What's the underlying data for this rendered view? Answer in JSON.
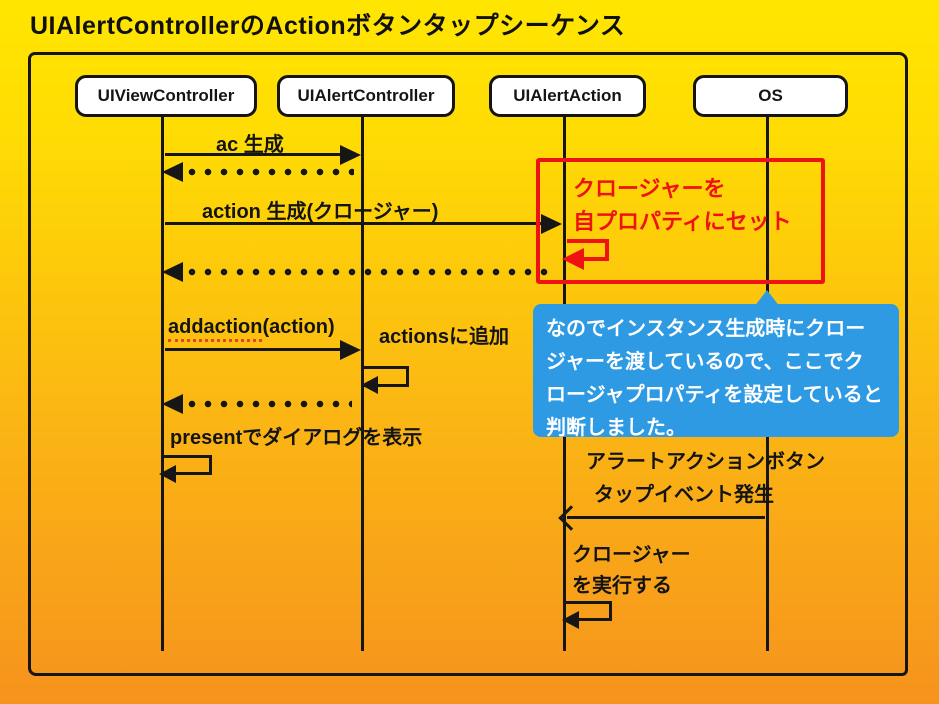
{
  "title": "UIAlertControllerのActionボタンタップシーケンス",
  "actors": [
    {
      "label": "UIViewController"
    },
    {
      "label": "UIAlertController"
    },
    {
      "label": "UIAlertAction"
    },
    {
      "label": "OS"
    }
  ],
  "messages": {
    "ac_create": "ac 生成",
    "action_create": "action 生成(クロージャー)",
    "addaction_fn": "addaction",
    "addaction_args": "(action)",
    "actions_append": "actionsに追加",
    "present": "presentでダイアログを表示",
    "os_event": {
      "line1": "アラートアクションボタン",
      "line2": "タップイベント発生"
    },
    "closure_exec": {
      "line1": "クロージャー",
      "line2": "を実行する"
    }
  },
  "red_note": {
    "line1": "クロージャーを",
    "line2": "自プロパティにセット"
  },
  "callout": {
    "lines": [
      "なのでインスタンス生成時にクロー",
      "ジャーを渡しているので、ここでク",
      "ロージャプロパティを設定していると",
      "判断しました。"
    ]
  },
  "colors": {
    "background_top": "#ffe600",
    "background_bottom": "#f6931d",
    "ink": "#161616",
    "note_red": "#ef1212",
    "callout_blue": "#2f9ae4",
    "actor_fill": "#ffffff"
  }
}
